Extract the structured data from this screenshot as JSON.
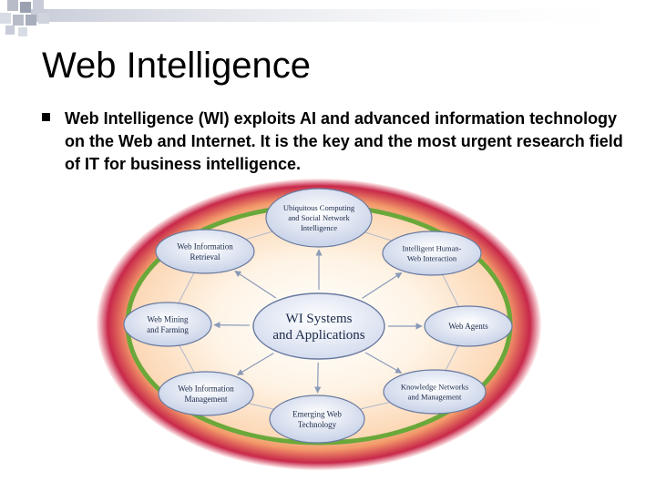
{
  "slide": {
    "title": "Web Intelligence",
    "bullets": [
      "Web Intelligence (WI) exploits AI and advanced information technology on the Web and Internet. It is the key and the most urgent research field of IT for business intelligence."
    ]
  },
  "diagram": {
    "center_lines": [
      "WI Systems",
      "and Applications"
    ],
    "nodes": [
      {
        "id": "ubiquitous",
        "lines": [
          "Ubiquitous Computing",
          "and Social Network",
          "Intelligence"
        ]
      },
      {
        "id": "human-web",
        "lines": [
          "Intelligent Human-",
          "Web Interaction"
        ]
      },
      {
        "id": "web-agents",
        "lines": [
          "Web Agents"
        ]
      },
      {
        "id": "knowledge-networks",
        "lines": [
          "Knowledge Networks",
          "and Management"
        ]
      },
      {
        "id": "emerging-tech",
        "lines": [
          "Emerging Web",
          "Technology"
        ]
      },
      {
        "id": "info-management",
        "lines": [
          "Web Information",
          "Management"
        ]
      },
      {
        "id": "mining-farming",
        "lines": [
          "Web Mining",
          "and Farming"
        ]
      },
      {
        "id": "info-retrieval",
        "lines": [
          "Web Information",
          "Retrieval"
        ]
      }
    ],
    "colors": {
      "outer_ring": "#c8284a",
      "green_ring": "#6aa83a",
      "inner_glow": "#fde6c8",
      "node_fill": "#dce4f2",
      "node_stroke": "#6a7aa0",
      "label_text": "#1a2a4a"
    }
  }
}
